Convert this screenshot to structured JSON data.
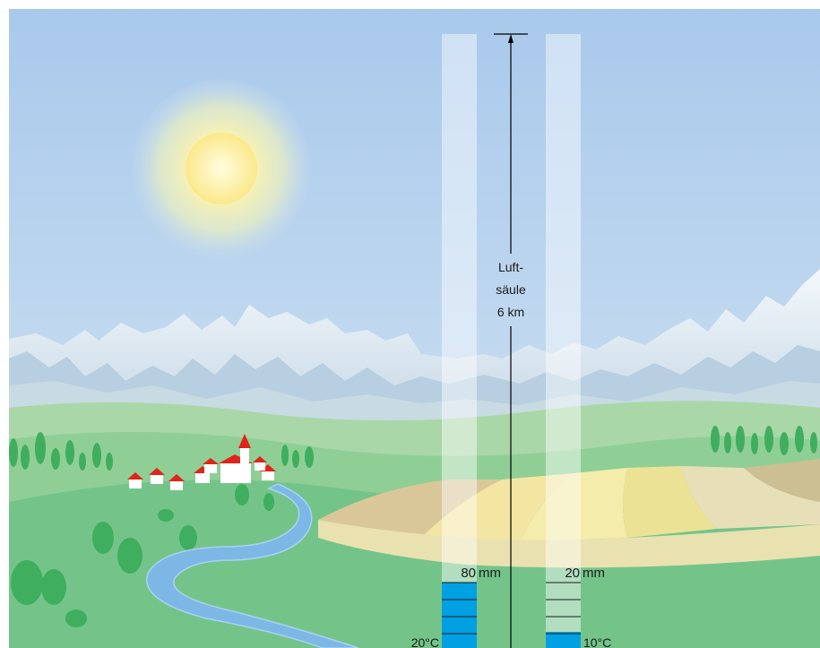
{
  "diagram": {
    "column_label_lines": [
      "Luft-",
      "säule",
      "6 km"
    ],
    "left_column": {
      "water_label_value": "80",
      "water_label_unit": "mm",
      "temperature_label": "20°C",
      "fill_fraction": 1.0
    },
    "right_column": {
      "water_label_value": "20",
      "water_label_unit": "mm",
      "temperature_label": "10°C",
      "fill_fraction": 0.25
    }
  },
  "colors": {
    "sky_top": "#a9c9ec",
    "sky_bottom": "#d2e4f2",
    "sun": "#fdf3a8",
    "water": "#00a0e3",
    "grass": "#6cc08a",
    "field_yellow": "#f4ecaa",
    "river": "#7cb7e6",
    "roof": "#e2231a"
  },
  "icons": [
    "sun-icon",
    "village-icon",
    "church-icon",
    "river-icon",
    "mountains-icon",
    "trees-icon"
  ]
}
